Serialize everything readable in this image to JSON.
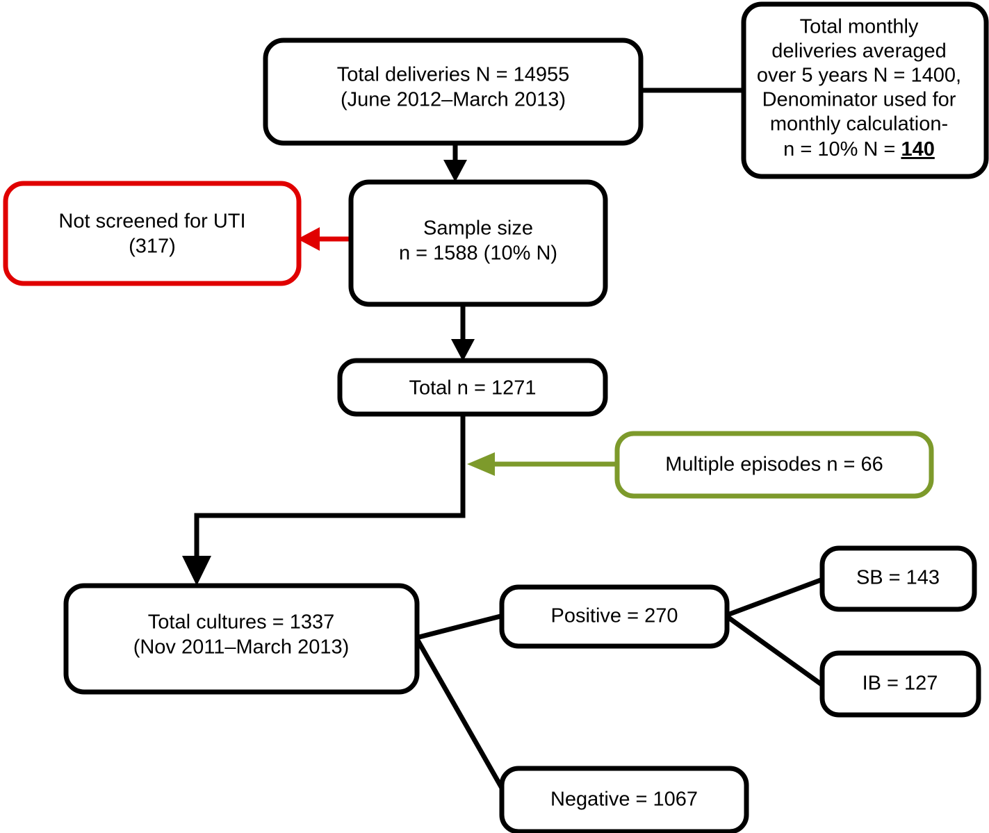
{
  "diagram": {
    "title": "Study flow diagram of deliveries, UTI screening and urine culture results",
    "type": "flowchart",
    "colors": {
      "default_stroke": "#000000",
      "excluded_stroke": "#e00000",
      "added_stroke": "#7d9a2b",
      "background": "#ffffff",
      "text": "#000000"
    }
  },
  "nodes": {
    "total_deliveries": {
      "line1": "Total deliveries N = 14955",
      "line2": "(June 2012–March 2013)",
      "border_color": "#000000"
    },
    "monthly_denominator": {
      "line1": "Total monthly",
      "line2": "deliveries averaged",
      "line3": "over 5 years N = 1400,",
      "line4": "Denominator used for",
      "line5": "monthly calculation-",
      "line6_prefix": "n = 10% N = ",
      "line6_value": "140",
      "border_color": "#000000"
    },
    "not_screened": {
      "line1": "Not screened for UTI",
      "line2": "(317)",
      "border_color": "#e00000"
    },
    "sample_size": {
      "line1": "Sample size",
      "line2": "n = 1588 (10% N)",
      "border_color": "#000000"
    },
    "total_n": {
      "line1": "Total n = 1271",
      "border_color": "#000000"
    },
    "multiple_episodes": {
      "line1": "Multiple episodes n = 66",
      "border_color": "#7d9a2b"
    },
    "total_cultures": {
      "line1": "Total cultures = 1337",
      "line2": "(Nov 2011–March 2013)",
      "border_color": "#000000"
    },
    "positive": {
      "line1": "Positive = 270",
      "border_color": "#000000"
    },
    "negative": {
      "line1": "Negative = 1067",
      "border_color": "#000000"
    },
    "sb": {
      "line1": "SB = 143",
      "border_color": "#000000"
    },
    "ib": {
      "line1": "IB = 127",
      "border_color": "#000000"
    }
  },
  "edges": [
    {
      "id": "deliveries-to-denominator",
      "from": "total_deliveries",
      "to": "monthly_denominator",
      "style": "plain-line",
      "color": "#000000"
    },
    {
      "id": "deliveries-to-sample",
      "from": "total_deliveries",
      "to": "sample_size",
      "style": "arrow-down",
      "color": "#000000"
    },
    {
      "id": "sample-to-not-screened",
      "from": "sample_size",
      "to": "not_screened",
      "style": "arrow-left",
      "color": "#e00000"
    },
    {
      "id": "sample-to-total",
      "from": "sample_size",
      "to": "total_n",
      "style": "arrow-down",
      "color": "#000000"
    },
    {
      "id": "episodes-to-trunk",
      "from": "multiple_episodes",
      "to": "total_n",
      "style": "arrow-left",
      "color": "#7d9a2b"
    },
    {
      "id": "total-to-cultures",
      "from": "total_n",
      "to": "total_cultures",
      "style": "elbow-arrow-down",
      "color": "#000000"
    },
    {
      "id": "cultures-to-positive",
      "from": "total_cultures",
      "to": "positive",
      "style": "plain-line",
      "color": "#000000"
    },
    {
      "id": "cultures-to-negative",
      "from": "total_cultures",
      "to": "negative",
      "style": "plain-line",
      "color": "#000000"
    },
    {
      "id": "positive-to-sb",
      "from": "positive",
      "to": "sb",
      "style": "plain-line",
      "color": "#000000"
    },
    {
      "id": "positive-to-ib",
      "from": "positive",
      "to": "ib",
      "style": "plain-line",
      "color": "#000000"
    }
  ],
  "chart_data": {
    "type": "diagram",
    "title": "Participant flow",
    "values": {
      "total_deliveries_N": 14955,
      "deliveries_period": "June 2012–March 2013",
      "monthly_deliveries_avg_5yr_N": 1400,
      "monthly_denominator_n": 140,
      "monthly_denominator_pct": "10%",
      "sample_size_n": 1588,
      "sample_size_pct": "10% N",
      "not_screened_for_UTI": 317,
      "total_n": 1271,
      "multiple_episodes_n": 66,
      "total_cultures": 1337,
      "cultures_period": "Nov 2011–March 2013",
      "positive": 270,
      "negative": 1067,
      "SB": 143,
      "IB": 127
    }
  }
}
